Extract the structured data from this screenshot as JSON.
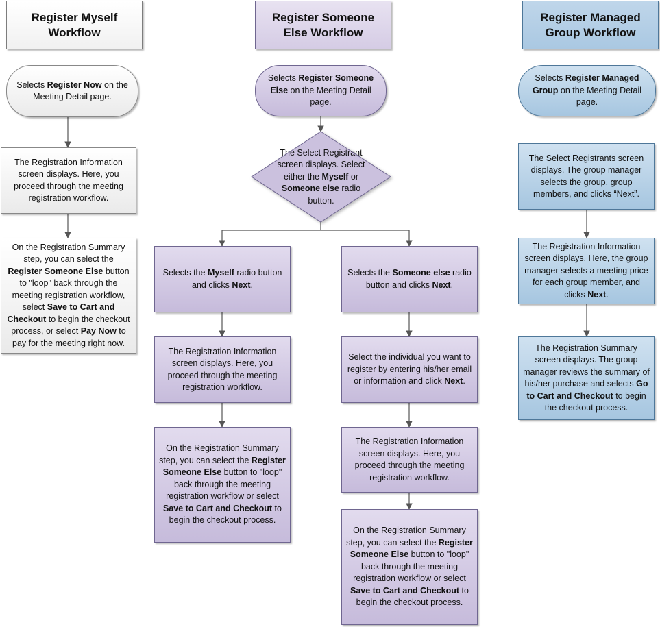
{
  "columns": {
    "myself": {
      "header": "Register Myself Workflow",
      "steps": [
        [
          "Selects ",
          {
            "b": "Register Now"
          },
          " on the Meeting Detail page."
        ],
        [
          "The Registration Information screen displays. Here, you proceed through the meeting registration workflow."
        ],
        [
          "On the Registration Summary step, you can select the ",
          {
            "b": "Register Someone Else"
          },
          " button to \"loop\" back through the meeting registration workflow, select ",
          {
            "b": "Save to Cart and Checkout"
          },
          " to begin the checkout process, or select ",
          {
            "b": "Pay Now"
          },
          " to pay for the meeting right now."
        ]
      ]
    },
    "someone_else": {
      "header": "Register Someone Else Workflow",
      "start": [
        "Selects ",
        {
          "b": "Register Someone Else"
        },
        " on the Meeting Detail page."
      ],
      "decision": [
        "The Select Registrant screen displays. Select either the ",
        {
          "b": "Myself"
        },
        " or ",
        {
          "b": "Someone else"
        },
        " radio button."
      ],
      "left_branch": [
        [
          "Selects the ",
          {
            "b": "Myself"
          },
          " radio button and clicks ",
          {
            "b": "Next"
          },
          "."
        ],
        [
          "The Registration Information screen displays. Here, you proceed through the meeting registration workflow."
        ],
        [
          "On the Registration Summary step, you can select the ",
          {
            "b": "Register Someone Else"
          },
          " button to \"loop\" back through the meeting registration workflow or select ",
          {
            "b": "Save to Cart and Checkout"
          },
          " to begin the checkout process."
        ]
      ],
      "right_branch": [
        [
          "Selects the ",
          {
            "b": "Someone else"
          },
          " radio button and clicks ",
          {
            "b": "Next"
          },
          "."
        ],
        [
          "Select the individual you want to register by entering his/her email or information  and click ",
          {
            "b": "Next"
          },
          "."
        ],
        [
          "The Registration Information screen displays. Here, you proceed through the meeting registration workflow."
        ],
        [
          "On the Registration Summary step, you can select the ",
          {
            "b": "Register Someone Else"
          },
          " button to \"loop\" back through the meeting registration workflow or select ",
          {
            "b": "Save to Cart and Checkout"
          },
          " to begin the checkout process."
        ]
      ]
    },
    "managed_group": {
      "header": "Register Managed Group Workflow",
      "steps": [
        [
          "Selects ",
          {
            "b": "Register Managed Group"
          },
          " on the Meeting Detail page."
        ],
        [
          "The Select Registrants screen displays. The group manager selects the group, group members, and clicks “Next”."
        ],
        [
          "The Registration Information screen displays. Here, the group manager selects a meeting price for each group member, and clicks ",
          {
            "b": "Next"
          },
          "."
        ],
        [
          "The Registration Summary screen displays. The group manager reviews the summary of his/her purchase and selects ",
          {
            "b": "Go to Cart and Checkout"
          },
          " to begin the checkout process."
        ]
      ]
    }
  },
  "colors": {
    "white_fill": "#f4f4f4",
    "purple_fill": "#cdc3e0",
    "blue_fill": "#b3cfe6",
    "connector": "#555555"
  }
}
